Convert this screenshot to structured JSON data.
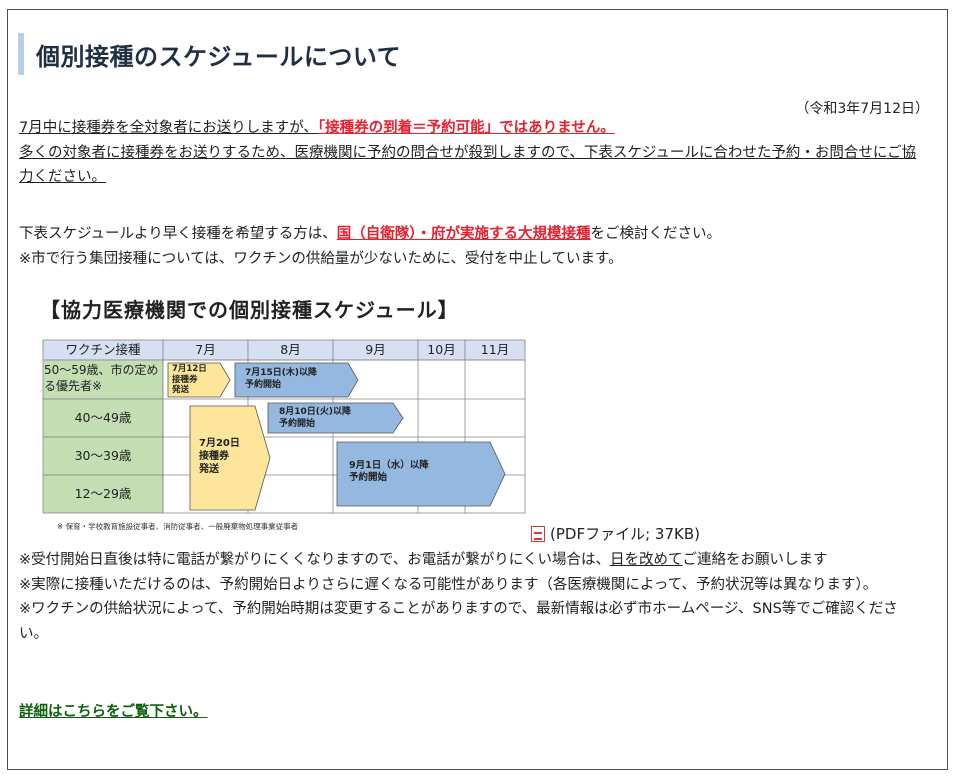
{
  "page": {
    "title": "個別接種のスケジュールについて",
    "date": "（令和3年7月12日）"
  },
  "notice1": {
    "line1_a": "7月中に接種券を全対象者にお送りしますが、",
    "line1_b": "「接種券の到着＝予約可能」ではありません。",
    "line2": "多くの対象者に接種券をお送りするため、医療機関に予約の問合せが殺到しますので、下表スケジュールに合わせた予約・お問合せにご協力ください。"
  },
  "notice2": {
    "line1_a": "下表スケジュールより早く接種を希望する方は、",
    "line1_link": "国（自衛隊）・府が実施する大規模接種",
    "line1_b": "をご検討ください。",
    "line2": "※市で行う集団接種については、ワクチンの供給量が少ないために、受付を中止しています。"
  },
  "schedule": {
    "title": "【協力医療機関での個別接種スケジュール】",
    "header_label": "ワクチン接種",
    "months": [
      "7月",
      "8月",
      "9月",
      "10月",
      "11月"
    ],
    "rows": [
      "50～59歳、市の定める優先者※",
      "40～49歳",
      "30～39歳",
      "12～29歳"
    ],
    "arrows": [
      {
        "label": "7月12日\n接種券\n発送"
      },
      {
        "label": "7月15日(木)以降\n予約開始"
      },
      {
        "label": "8月10日(火)以降\n予約開始"
      },
      {
        "label": "7月20日\n接種券\n発送"
      },
      {
        "label": "9月1日（水）以降\n予約開始"
      }
    ],
    "footnote": "※ 保育・学校教育施設従事者、消防従事者、一般廃棄物処理事業従事者",
    "colors": {
      "header": "#d6e0f2",
      "row_label": "#c3deb2",
      "yellow": "#fde59a",
      "blue": "#95b8e0"
    }
  },
  "pdf": {
    "label": "(PDFファイル; 37KB)",
    "icon": "pdf-icon"
  },
  "notes": {
    "line1_a": "※受付開始日直後は特に電話が繋がりにくくなりますので、お電話が繋がりにくい場合は、",
    "line1_u": "日を改めて",
    "line1_b": "ご連絡をお願いします",
    "line2": "※実際に接種いただけるのは、予約開始日よりさらに遅くなる可能性があります（各医療機関によって、予約状況等は異なります）。",
    "line3": "※ワクチンの供給状況によって、予約開始時期は変更することがありますので、最新情報は必ず市ホームページ、SNS等でご確認ください。"
  },
  "detail_link": "詳細はこちらをご覧下さい。"
}
